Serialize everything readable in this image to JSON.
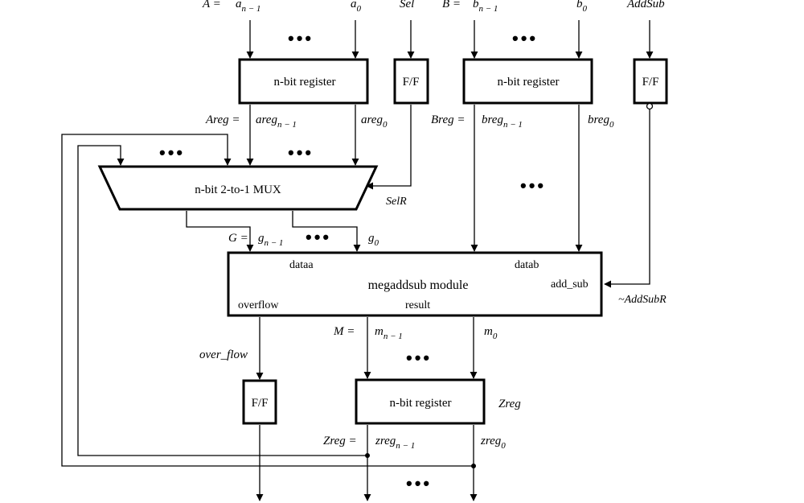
{
  "inputs": {
    "a_eq": "A =",
    "a_msb": "a",
    "a_msb_sub": "n − 1",
    "a_lsb": "a",
    "a_lsb_sub": "0",
    "sel": "Sel",
    "b_eq": "B =",
    "b_msb": "b",
    "b_msb_sub": "n − 1",
    "b_lsb": "b",
    "b_lsb_sub": "0",
    "addsub": "AddSub"
  },
  "registers": {
    "a_reg": "n-bit register",
    "b_reg": "n-bit register",
    "z_reg": "n-bit register",
    "z_reg_name": "Zreg"
  },
  "flipflops": {
    "sel_ff": "F/F",
    "addsub_ff": "F/F",
    "overflow_ff": "F/F"
  },
  "signals": {
    "areg_eq": "Areg =",
    "areg_msb": "areg",
    "areg_msb_sub": "n − 1",
    "areg_lsb": "areg",
    "areg_lsb_sub": "0",
    "breg_eq": "Breg =",
    "breg_msb": "breg",
    "breg_msb_sub": "n − 1",
    "breg_lsb": "breg",
    "breg_lsb_sub": "0",
    "selr": "SelR",
    "g_eq": "G =",
    "g_msb": "g",
    "g_msb_sub": "n − 1",
    "g_lsb": "g",
    "g_lsb_sub": "0",
    "addsubr": "~AddSubR",
    "m_eq": "M =",
    "m_msb": "m",
    "m_msb_sub": "n − 1",
    "m_lsb": "m",
    "m_lsb_sub": "0",
    "over_flow": "over_flow",
    "zreg_eq": "Zreg =",
    "zreg_msb": "zreg",
    "zreg_msb_sub": "n − 1",
    "zreg_lsb": "zreg",
    "zreg_lsb_sub": "0"
  },
  "mux": {
    "label": "n-bit 2-to-1 MUX"
  },
  "adder": {
    "title": "megaddsub  module",
    "dataa": "dataa",
    "datab": "datab",
    "add_sub": "add_sub",
    "overflow": "overflow",
    "result": "result"
  },
  "ellipsis": "•••"
}
